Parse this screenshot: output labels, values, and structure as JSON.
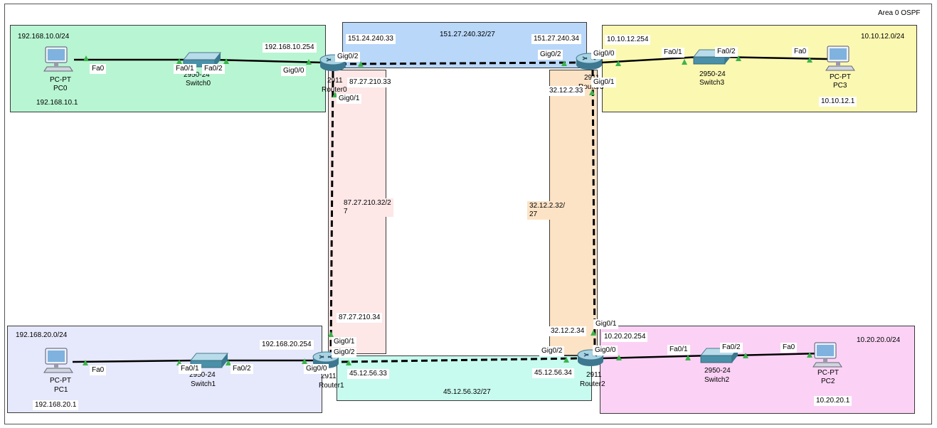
{
  "area": "Area 0 OSPF",
  "lans": {
    "pc0_net": "192.168.10.0/24",
    "pc1_net": "192.168.20.0/24",
    "pc3_net": "10.10.12.0/24",
    "pc2_net": "10.20.20.0/24"
  },
  "links": {
    "r0_r3": "151.27.240.32/27",
    "r0_r1": "87.27.210.32/2\n7",
    "r3_r2": "32.12.2.32/\n27",
    "r1_r2": "45.12.56.32/27"
  },
  "devices": {
    "pc0": {
      "type": "PC-PT",
      "name": "PC0",
      "ip": "192.168.10.1"
    },
    "pc1": {
      "type": "PC-PT",
      "name": "PC1",
      "ip": "192.168.20.1"
    },
    "pc2": {
      "type": "PC-PT",
      "name": "PC2",
      "ip": "10.20.20.1"
    },
    "pc3": {
      "type": "PC-PT",
      "name": "PC3",
      "ip": "10.10.12.1"
    },
    "switch0": {
      "type": "2950-24",
      "name": "Switch0"
    },
    "switch1": {
      "type": "2950-24",
      "name": "Switch1"
    },
    "switch2": {
      "type": "2950-24",
      "name": "Switch2"
    },
    "switch3": {
      "type": "2950-24",
      "name": "Switch3"
    },
    "router0": {
      "type": "2911",
      "name": "Router0"
    },
    "router1": {
      "type": "2911",
      "name": "Router1"
    },
    "router2": {
      "type": "2911",
      "name": "Router2"
    },
    "router3": {
      "type": "2911",
      "name": "Router3"
    }
  },
  "ip_labels": {
    "r0_g00": "192.168.10.254",
    "r0_g02": "151.24.240.33",
    "r0_g01": "87.27.210.33",
    "r3_g02": "151.27.240.34",
    "r3_g00": "10.10.12.254",
    "r3_g01": "32.12.2.33",
    "r1_g01": "87.27.210.34",
    "r1_g00": "192.168.20.254",
    "r1_g02": "45.12.56.33",
    "r2_g02": "45.12.56.34",
    "r2_g01": "32.12.2.34",
    "r2_g00": "10.20.20.254"
  },
  "ports": {
    "fa0": "Fa0",
    "fa01": "Fa0/1",
    "fa02": "Fa0/2",
    "gig00": "Gig0/0",
    "gig01": "Gig0/1",
    "gig02": "Gig0/2"
  },
  "colors": {
    "lan_pc0": "#b8f5d2",
    "lan_pc1": "#e6e8fb",
    "lan_pc3": "#fbf8b2",
    "lan_pc2": "#fbd2f5",
    "link_r0_r3": "#b9d7f9",
    "link_r0_r1": "#fde7e7",
    "link_r3_r2": "#fde3c5",
    "link_r1_r2": "#c7fbef",
    "port_up": "#3cb44b"
  }
}
